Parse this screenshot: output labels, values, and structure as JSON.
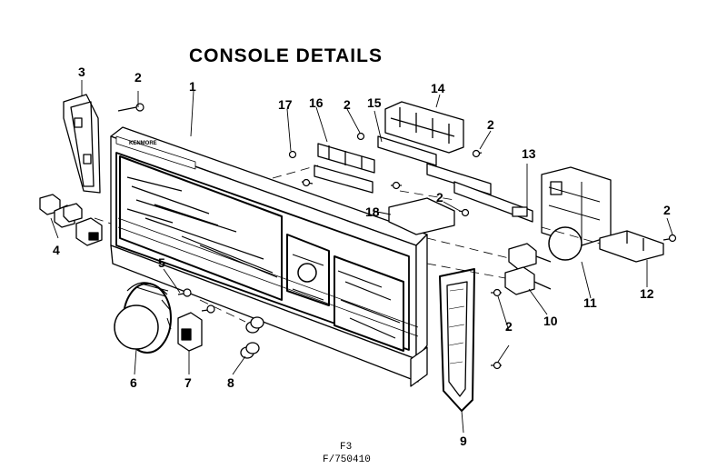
{
  "title": "CONSOLE DETAILS",
  "brand_text": "KENMORE",
  "callouts": [
    {
      "id": "1",
      "label": "1"
    },
    {
      "id": "2a",
      "label": "2"
    },
    {
      "id": "3",
      "label": "3"
    },
    {
      "id": "4",
      "label": "4"
    },
    {
      "id": "5",
      "label": "5"
    },
    {
      "id": "6",
      "label": "6"
    },
    {
      "id": "7",
      "label": "7"
    },
    {
      "id": "8",
      "label": "8"
    },
    {
      "id": "9",
      "label": "9"
    },
    {
      "id": "10",
      "label": "10"
    },
    {
      "id": "11",
      "label": "11"
    },
    {
      "id": "12",
      "label": "12"
    },
    {
      "id": "13",
      "label": "13"
    },
    {
      "id": "14",
      "label": "14"
    },
    {
      "id": "15",
      "label": "15"
    },
    {
      "id": "16",
      "label": "16"
    },
    {
      "id": "17",
      "label": "17"
    },
    {
      "id": "18",
      "label": "18"
    },
    {
      "id": "2b",
      "label": "2"
    },
    {
      "id": "2c",
      "label": "2"
    },
    {
      "id": "2d",
      "label": "2"
    },
    {
      "id": "2e",
      "label": "2"
    },
    {
      "id": "2f",
      "label": "2"
    }
  ],
  "footer": {
    "line1": "F3",
    "line2": "F/750410"
  }
}
